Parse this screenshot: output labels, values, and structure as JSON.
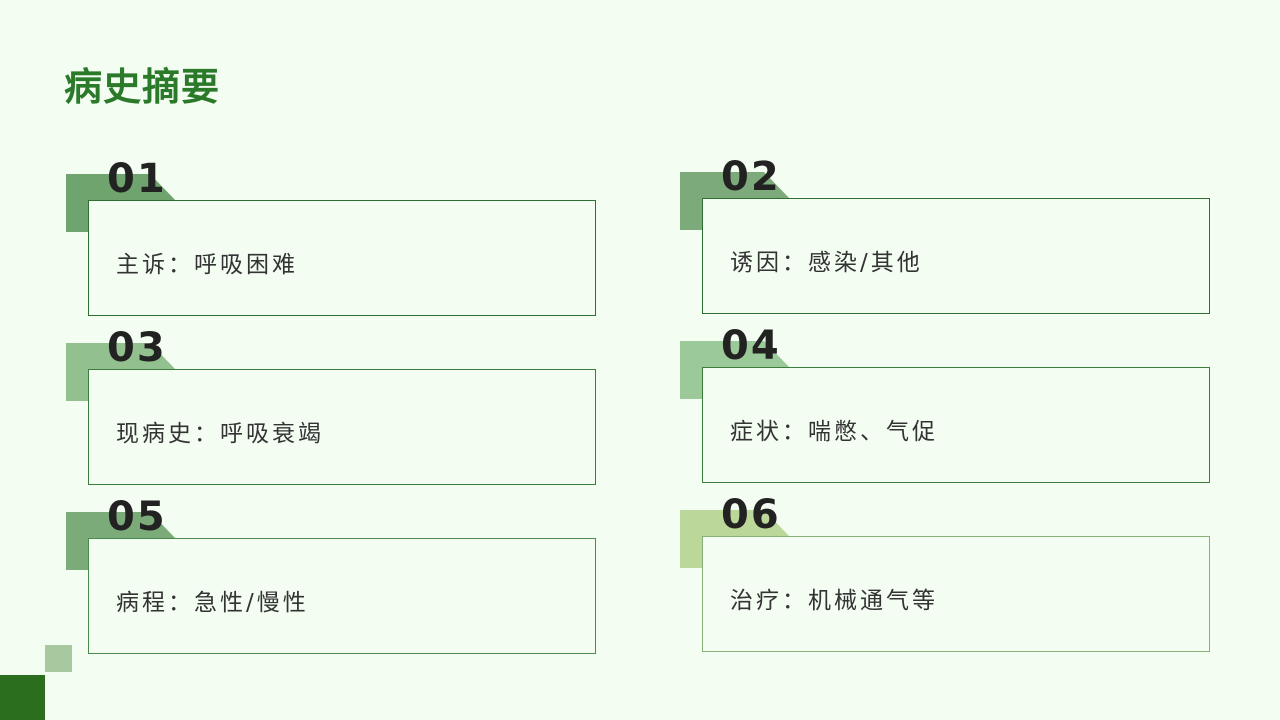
{
  "title": "病史摘要",
  "items": [
    {
      "num": "01",
      "text": "主诉：呼吸困难",
      "tab_color": "#6fa46e",
      "border_color": "#2f6f33"
    },
    {
      "num": "02",
      "text": "诱因：感染/其他",
      "tab_color": "#7daa7a",
      "border_color": "#2f6f33"
    },
    {
      "num": "03",
      "text": "现病史：呼吸衰竭",
      "tab_color": "#92c08f",
      "border_color": "#3a7d3c"
    },
    {
      "num": "04",
      "text": "症状：喘憋、气促",
      "tab_color": "#9cc99a",
      "border_color": "#3a7d3c"
    },
    {
      "num": "05",
      "text": "病程：急性/慢性",
      "tab_color": "#7aab79",
      "border_color": "#4a8a4a"
    },
    {
      "num": "06",
      "text": "治疗：机械通气等",
      "tab_color": "#bcd79a",
      "border_color": "#8ab07a"
    }
  ]
}
